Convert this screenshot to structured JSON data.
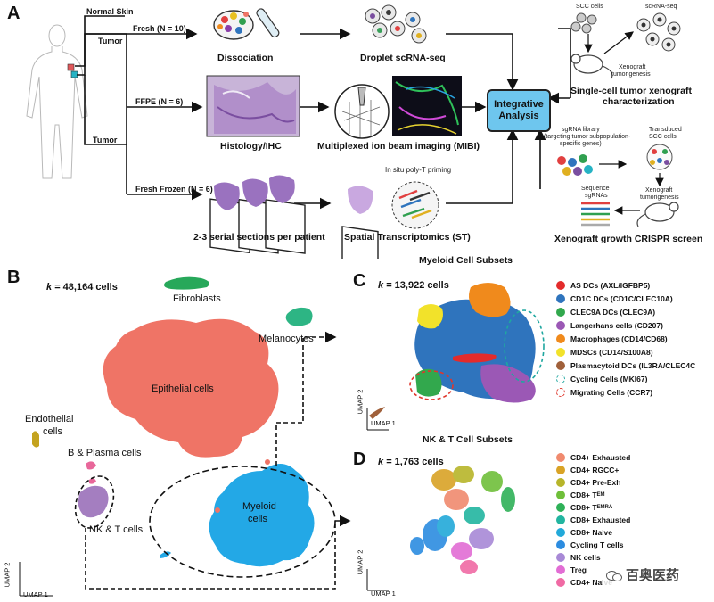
{
  "panel_a": {
    "letter": "A",
    "branches": {
      "normal_skin": "Normal Skin",
      "tumor_top": "Tumor",
      "fresh": "Fresh (N = 10)",
      "ffpe": "FFPE (N = 6)",
      "tumor_mid": "Tumor",
      "fresh_frozen": "Fresh Frozen (N = 6)"
    },
    "steps": {
      "dissociation": "Dissociation",
      "scrnaseq": "Droplet scRNA-seq",
      "histology": "Histology/IHC",
      "mibi": "Multiplexed ion beam imaging (MIBI)",
      "serial": "2-3 serial sections per patient",
      "polyT": "In situ poly-T priming",
      "st": "Spatial Transcriptomics (ST)"
    },
    "integrative": {
      "line1": "Integrative",
      "line2": "Analysis"
    },
    "xenograft_sc": {
      "scc_cells": "SCC cells",
      "scrnaseq": "scRNA-seq",
      "tumorigenesis_1": "Xenograft",
      "tumorigenesis_2": "tumorigenesis",
      "title_1": "Single-cell tumor xenograft",
      "title_2": "characterization"
    },
    "crispr": {
      "library_1": "sgRNA library",
      "library_2": "(targeting tumor subpopulation-",
      "library_3": "specific genes)",
      "transduced_1": "Transduced",
      "transduced_2": "SCC cells",
      "tumorigenesis_1": "Xenograft",
      "tumorigenesis_2": "tumorigenesis",
      "sequence_1": "Sequence",
      "sequence_2": "sgRNAs",
      "title": "Xenograft growth CRISPR screen"
    }
  },
  "panel_b": {
    "letter": "B",
    "k_label": "k",
    "k_value": "= 48,164 cells",
    "clusters": {
      "fibroblasts": "Fibroblasts",
      "melanocytes": "Melanocytes",
      "epithelial": "Epithelial cells",
      "endothelial_1": "Endothelial",
      "endothelial_2": "cells",
      "b_plasma": "B & Plasma cells",
      "myeloid_1": "Myeloid",
      "myeloid_2": "cells",
      "nk_t": "NK & T cells"
    },
    "axis_y": "UMAP 2",
    "axis_x": "UMAP 1",
    "colors": {
      "epithelial": "#ef7466",
      "fibroblasts": "#27a85a",
      "melanocytes": "#2db584",
      "endothelial": "#c4a31f",
      "b_plasma": "#e8679a",
      "myeloid": "#23a8e6",
      "nk_t": "#a47ec0"
    }
  },
  "panel_c": {
    "letter": "C",
    "section_title": "Myeloid Cell Subsets",
    "k_label": "k",
    "k_value": "= 13,922 cells",
    "axis_y": "UMAP 2",
    "axis_x": "UMAP 1",
    "legend": [
      {
        "label": "AS DCs (AXL/IGFBP5)",
        "color": "#e32b2b",
        "style": "dot"
      },
      {
        "label": "CD1C DCs (CD1C/CLEC10A)",
        "color": "#2f74bd",
        "style": "dot"
      },
      {
        "label": "CLEC9A DCs (CLEC9A)",
        "color": "#32a84d",
        "style": "dot"
      },
      {
        "label": "Langerhans cells (CD207)",
        "color": "#9b58b5",
        "style": "dot"
      },
      {
        "label": "Macrophages (CD14/CD68)",
        "color": "#f08a1c",
        "style": "dot"
      },
      {
        "label": "MDSCs (CD14/S100A8)",
        "color": "#f2e22a",
        "style": "dot"
      },
      {
        "label": "Plasmacytoid DCs (IL3RA/CLEC4C",
        "color": "#a0603a",
        "style": "dot"
      },
      {
        "label": "Cycling Cells (MKI67)",
        "color": "#1fa7a0",
        "style": "ring"
      },
      {
        "label": "Migrating Cells (CCR7)",
        "color": "#e0362b",
        "style": "ring"
      }
    ]
  },
  "panel_d": {
    "letter": "D",
    "section_title": "NK & T Cell Subsets",
    "k_label": "k",
    "k_value": "= 1,763 cells",
    "axis_y": "UMAP 2",
    "axis_x": "UMAP 1",
    "legend": [
      {
        "label": "CD4+ Exhausted",
        "color": "#f08a6e"
      },
      {
        "label": "CD4+ RGCC+",
        "color": "#d9a326"
      },
      {
        "label": "CD4+ Pre-Exh",
        "color": "#b7b52a"
      },
      {
        "label": "CD8+ T",
        "sub": "EM",
        "color": "#6fbf3a"
      },
      {
        "label": "CD8+ T",
        "sub": "EMRA",
        "color": "#2fb158"
      },
      {
        "label": "CD8+ Exhausted",
        "color": "#22b5a0"
      },
      {
        "label": "CD8+ Naive",
        "color": "#22a9d9"
      },
      {
        "label": "Cycling T cells",
        "color": "#2c8ce0"
      },
      {
        "label": "NK cells",
        "color": "#a889d6"
      },
      {
        "label": "Treg",
        "color": "#e26dd4"
      },
      {
        "label": "CD4+ Naive",
        "color": "#f06aa4"
      }
    ]
  },
  "watermark": "百奥医药"
}
